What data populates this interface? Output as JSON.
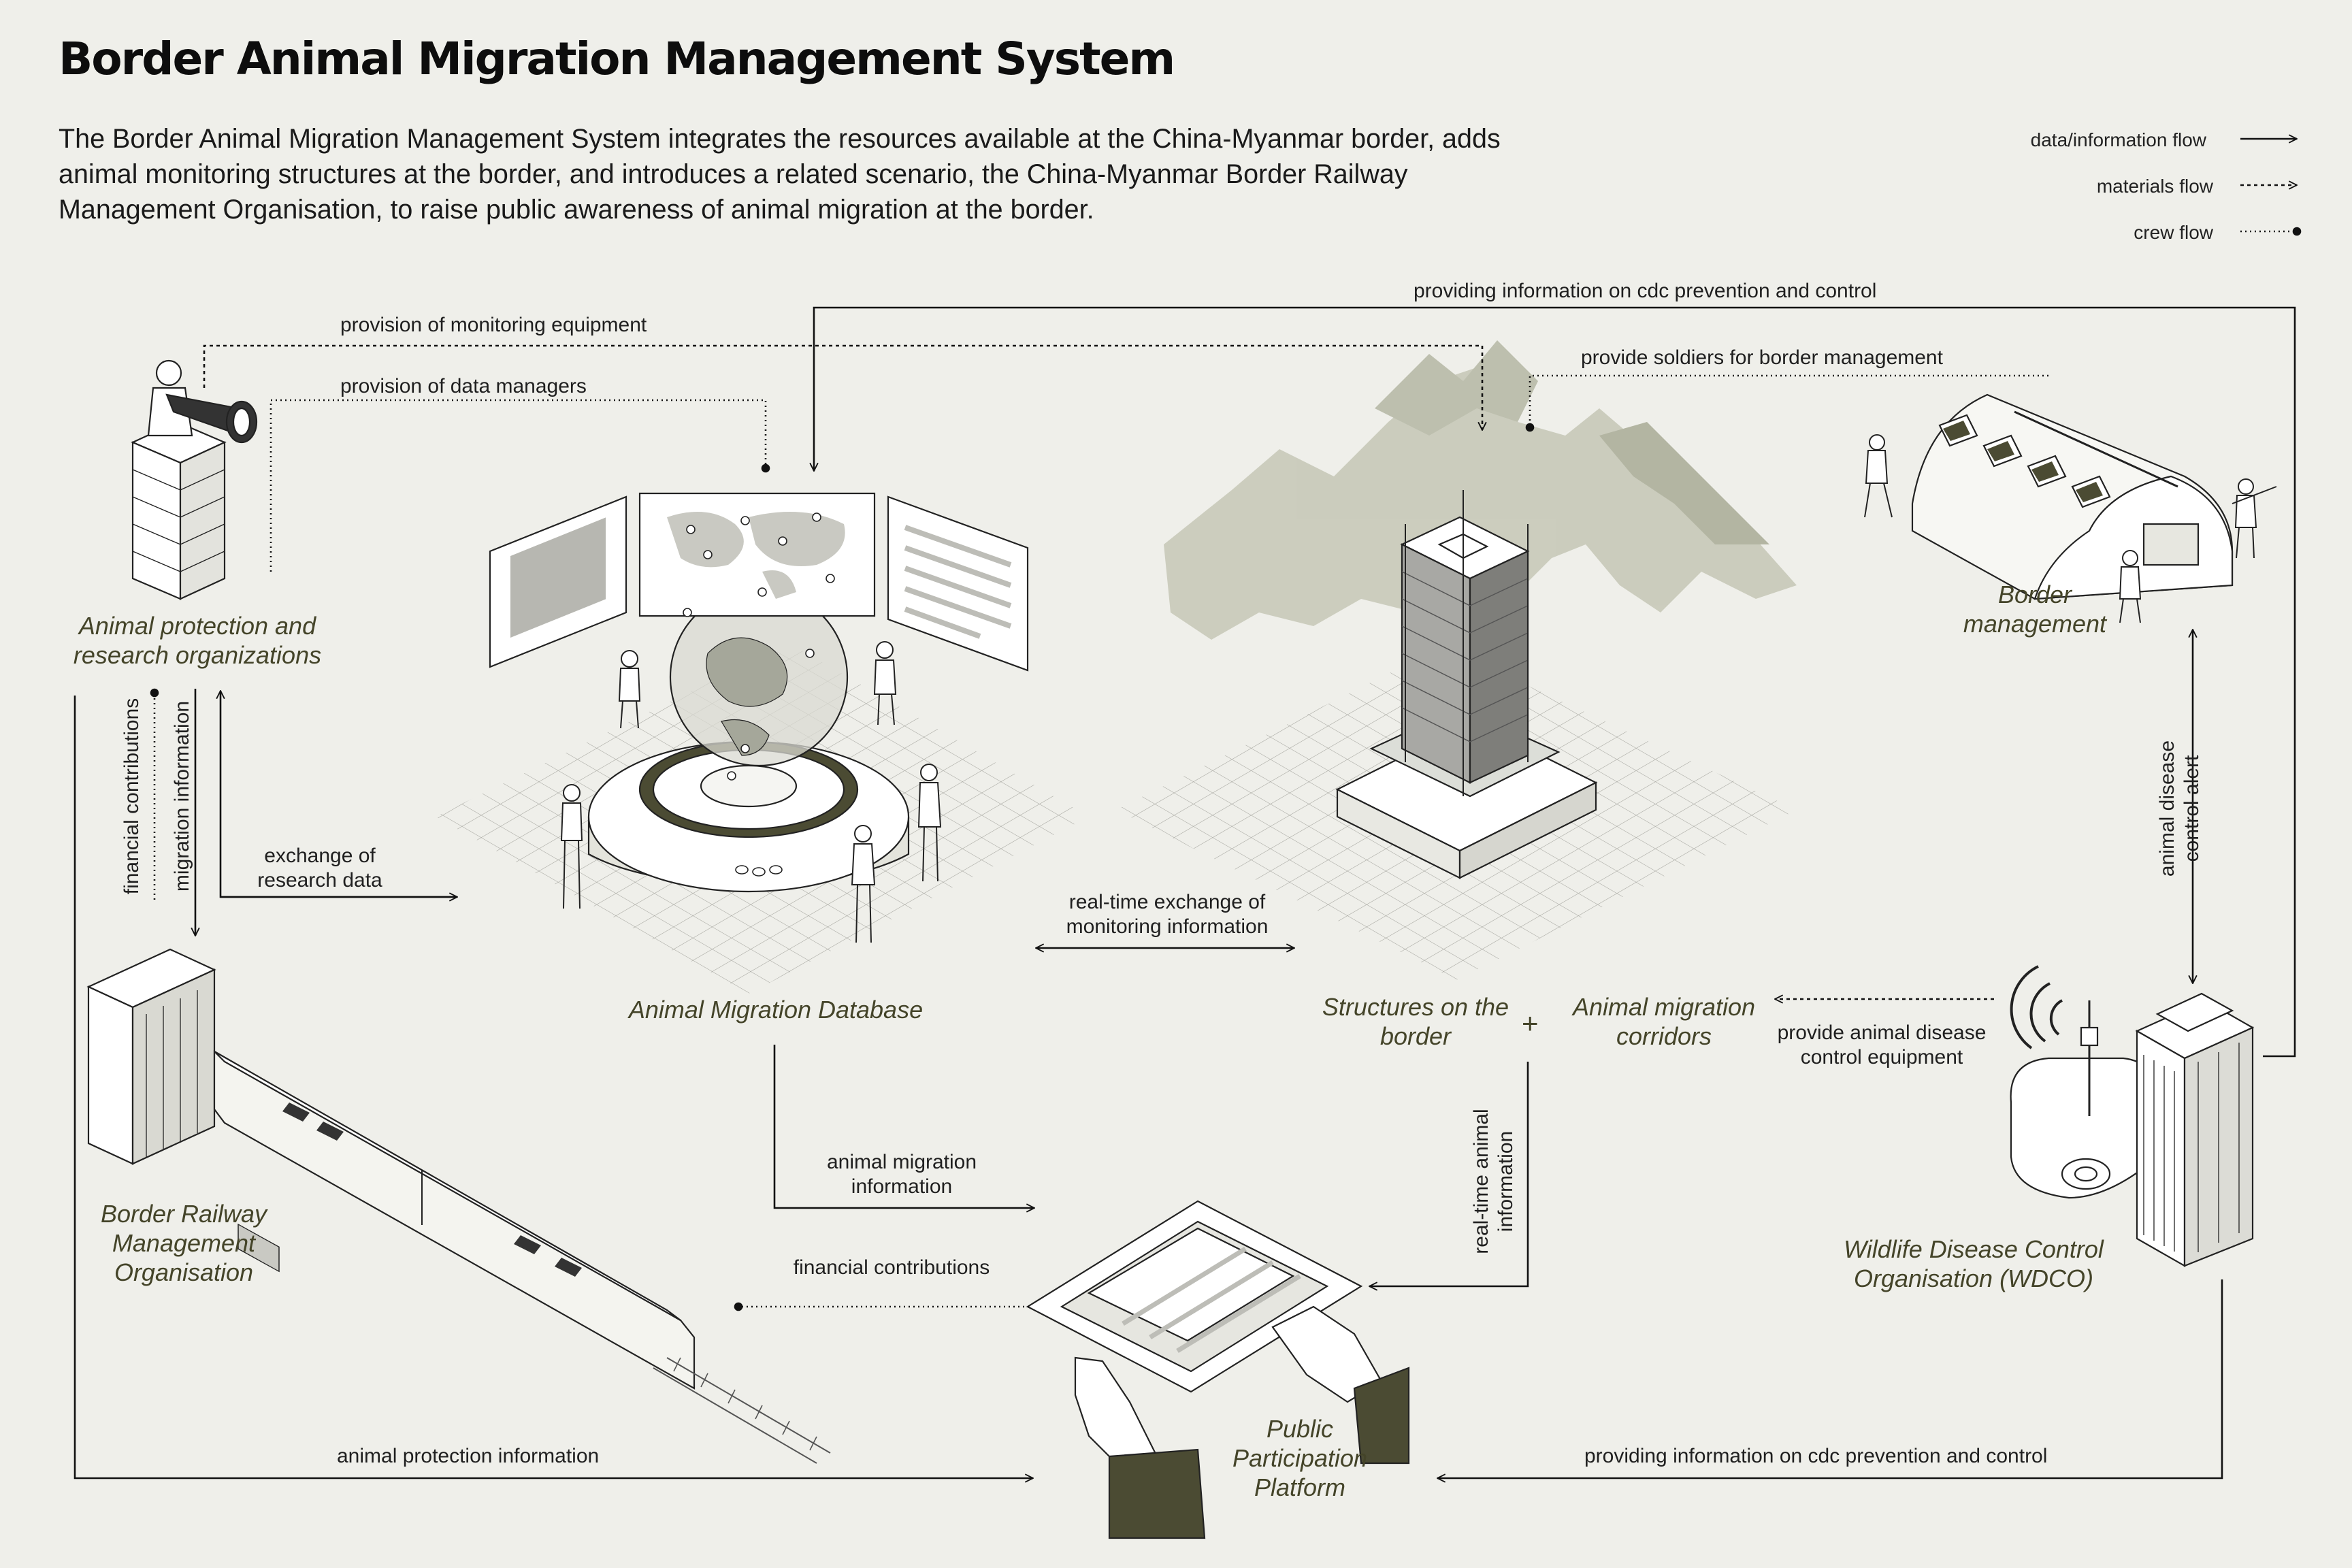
{
  "header": {
    "title": "Border Animal Migration Management System",
    "intro": "The Border Animal Migration Management System integrates the resources available at the China-Myanmar border, adds animal monitoring structures at the border, and introduces a related scenario, the China-Myanmar Border Railway Management Organisation, to raise public awareness of animal migration at the border."
  },
  "legend": {
    "data_flow": "data/information flow",
    "materials_flow": "materials flow",
    "crew_flow": "crew flow"
  },
  "nodes": {
    "animal_protection": "Animal protection and research organizations",
    "database": "Animal Migration Database",
    "structures": "Structures on the border",
    "plus": "+",
    "corridors": "Animal migration corridors",
    "border_management": "Border management",
    "railway": "Border Railway Management Organisation",
    "wdco": "Wildlife Disease Control Organisation (WDCO)",
    "public_platform": "Public Participation Platform"
  },
  "flows": {
    "monitoring_equipment": "provision of monitoring equipment",
    "data_managers": "provision of data managers",
    "cdc_top": "providing information on cdc prevention and control",
    "soldiers": "provide soldiers for border management",
    "financial_contributions_vertical": "financial contributions",
    "migration_information_vertical": "migration information",
    "exchange_research": "exchange of research data",
    "realtime_exchange": "real-time exchange of monitoring information",
    "disease_equipment": "provide animal disease control equipment",
    "disease_alert": "animal disease control alert",
    "realtime_animal": "real-time animal information",
    "migration_info": "animal migration information",
    "financial": "financial contributions",
    "protection_info": "animal protection information",
    "cdc_bottom": "providing information on cdc prevention and control"
  },
  "colors": {
    "background": "#efefea",
    "accent_olive": "#4b4b33",
    "mountain": "#c3c5b3",
    "line": "#111111"
  }
}
